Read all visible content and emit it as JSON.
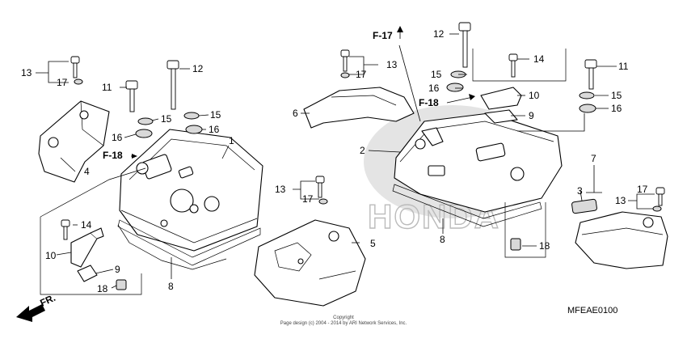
{
  "diagram": {
    "code": "MFEAE0100",
    "copyright_line1": "Copyright",
    "copyright_line2": "Page design (c) 2004 - 2014 by ARI Network Services, Inc.",
    "watermark": "HONDA",
    "front_arrow": "FR.",
    "references": [
      "F-17",
      "F-18",
      "F-18"
    ]
  },
  "callouts": {
    "left": [
      "13",
      "17",
      "11",
      "12",
      "15",
      "15",
      "16",
      "16",
      "1",
      "4",
      "14",
      "10",
      "9",
      "18",
      "8",
      "F-18"
    ],
    "middle": [
      "13",
      "17",
      "5"
    ],
    "right": [
      "F-17",
      "12",
      "13",
      "17",
      "14",
      "15",
      "11",
      "16",
      "10",
      "15",
      "6",
      "F-18",
      "16",
      "9",
      "2",
      "8",
      "18",
      "7",
      "3",
      "13",
      "17"
    ]
  }
}
